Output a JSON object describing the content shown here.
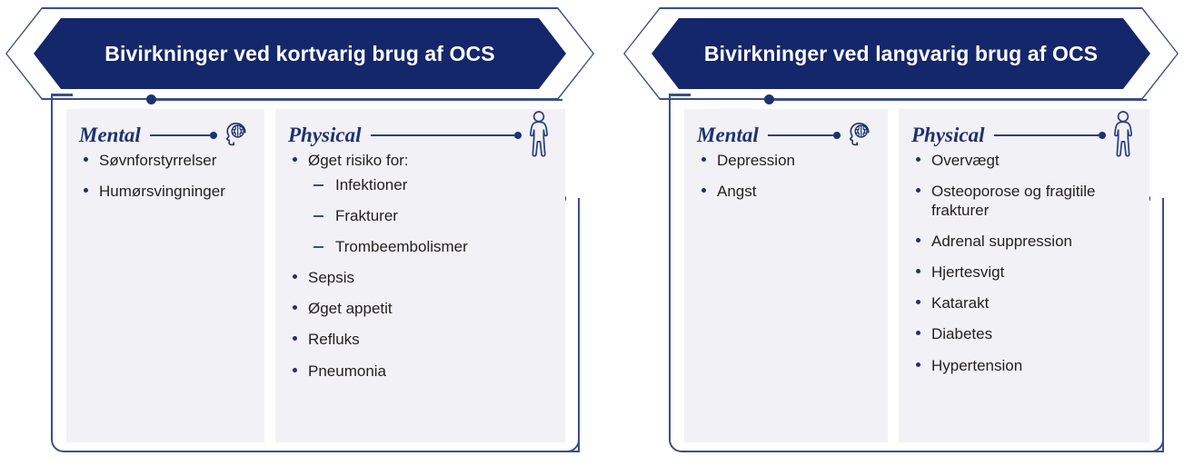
{
  "panels": [
    {
      "id": "short-term",
      "title": "Bivirkninger ved kortvarig brug af OCS",
      "columns": [
        {
          "id": "mental",
          "heading": "Mental",
          "icon": "head-brain-icon",
          "items": [
            {
              "text": "Søvnforstyrrelser"
            },
            {
              "text": "Humørsvingninger"
            }
          ]
        },
        {
          "id": "physical",
          "heading": "Physical",
          "icon": "person-body-icon",
          "items": [
            {
              "text": "Øget risiko for:",
              "sub": [
                "Infektioner",
                "Frakturer",
                "Trombeembolismer"
              ]
            },
            {
              "text": "Sepsis"
            },
            {
              "text": "Øget appetit"
            },
            {
              "text": "Refluks"
            },
            {
              "text": "Pneumonia"
            }
          ]
        }
      ]
    },
    {
      "id": "long-term",
      "title": "Bivirkninger ved langvarig brug af OCS",
      "columns": [
        {
          "id": "mental",
          "heading": "Mental",
          "icon": "head-brain-icon",
          "items": [
            {
              "text": "Depression"
            },
            {
              "text": "Angst"
            }
          ]
        },
        {
          "id": "physical",
          "heading": "Physical",
          "icon": "person-body-icon",
          "items": [
            {
              "text": "Overvægt"
            },
            {
              "text": "Osteoporose og fragitile frakturer"
            },
            {
              "text": "Adrenal suppression"
            },
            {
              "text": "Hjertesvigt"
            },
            {
              "text": "Katarakt"
            },
            {
              "text": "Diabetes"
            },
            {
              "text": "Hypertension"
            }
          ]
        }
      ]
    }
  ],
  "colors": {
    "header_fill": "#14276B",
    "outline": "#3b4f86",
    "accent": "#1d3270",
    "column_bg": "#f2f1f6",
    "text": "#231f20",
    "header_text": "#ffffff"
  }
}
